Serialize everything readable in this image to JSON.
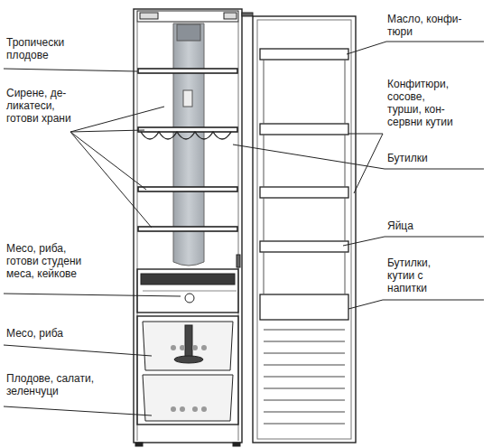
{
  "diagram": {
    "labels": [
      "Тропически плодове",
      "Сирене, де- ликатеси, готови храни",
      "Месо, риба, готови студени меса, кейкове",
      "Месо, риба",
      "Плодове, салати, зеленчуци",
      "Масло, конфи- тюри",
      "Конфитюри, сосове, турши, кон- сервни кутии",
      "Бутилки",
      "Яйца",
      "Бутилки, кутии с напитки"
    ]
  }
}
